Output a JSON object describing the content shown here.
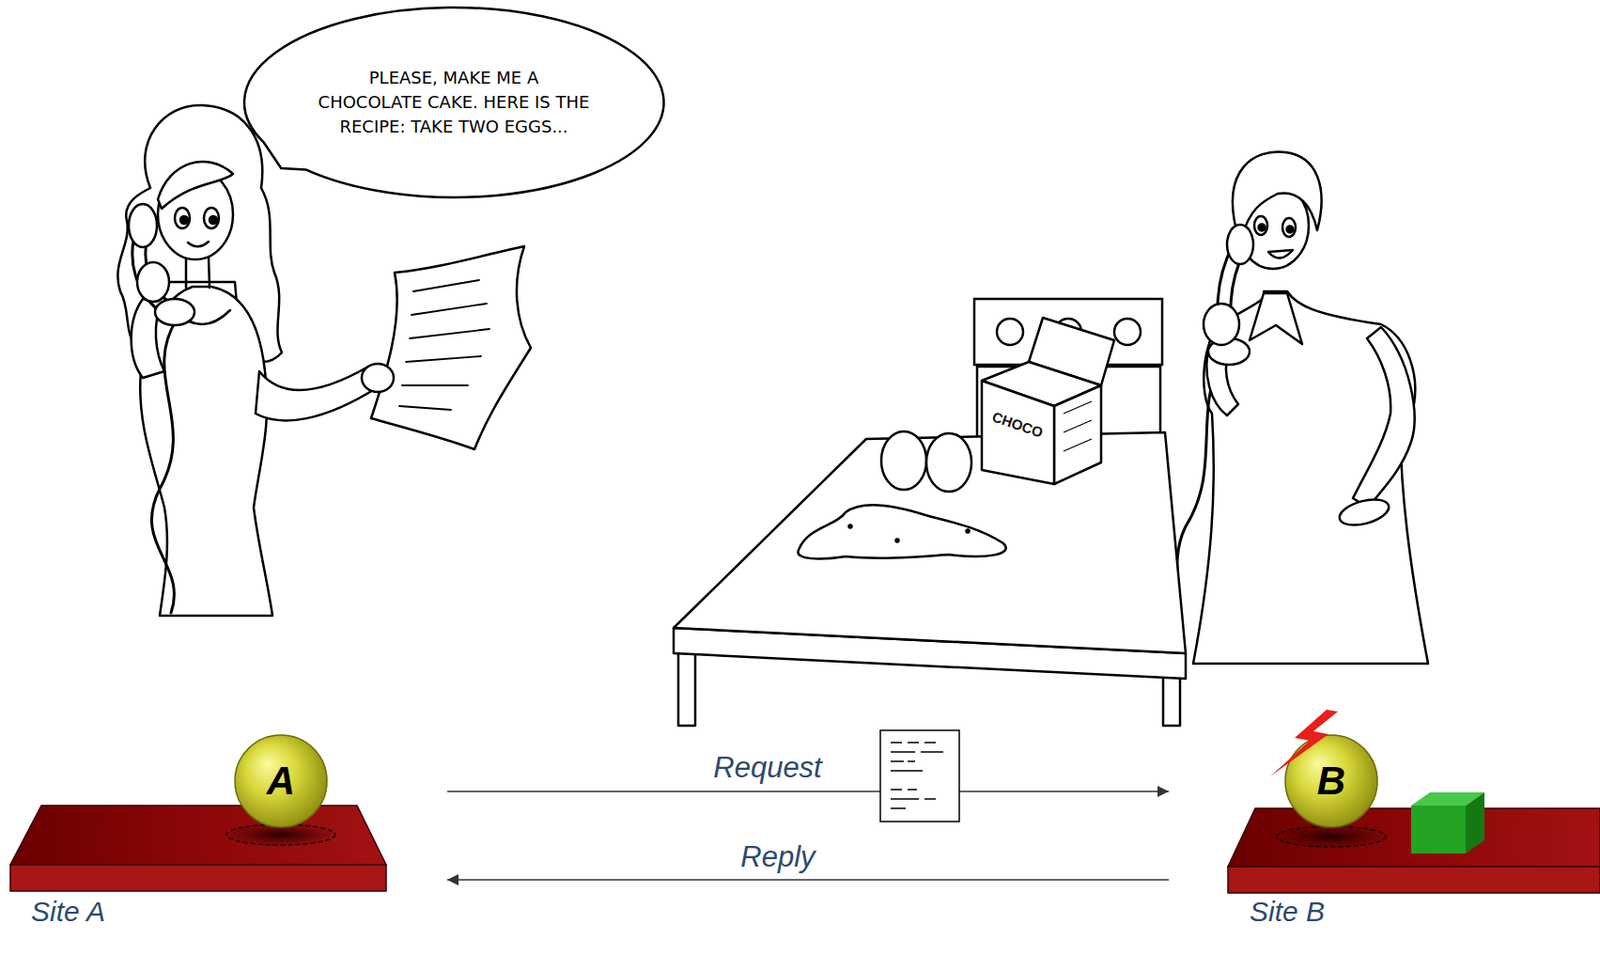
{
  "diagram": {
    "nodes": [
      {
        "text": [
          "PLEASE, MAKE ME A CHOCOLATE CAKE. HERE IS THE RECIPE: TAKE TWO EGGS..."
        ]
      },
      {
        "text": [
          "A"
        ]
      },
      {
        "text": [
          "B"
        ]
      }
    ],
    "edges": [
      {
        "from": 1,
        "to": 2,
        "arrow": "to",
        "label": "Request"
      },
      {
        "from": 2,
        "to": 1,
        "arrow": "to",
        "label": "Reply"
      }
    ],
    "labels": [
      "CHOCO",
      "Site A",
      "Site B"
    ]
  }
}
